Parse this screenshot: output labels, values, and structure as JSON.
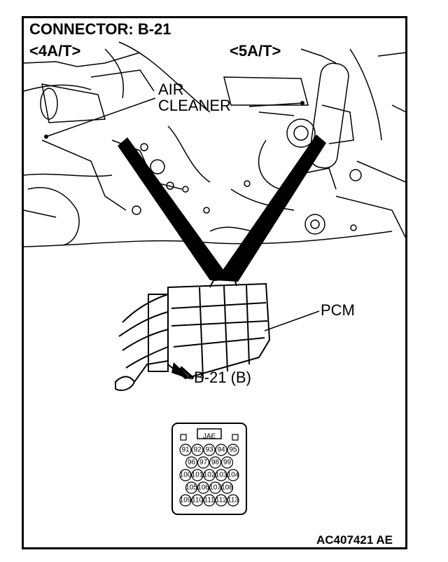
{
  "title": "CONNECTOR: B-21",
  "variant_left": "<4A/T>",
  "variant_right": "<5A/T>",
  "air_cleaner_line1": "AIR",
  "air_cleaner_line2": "CLEANER",
  "pcm_label": "PCM",
  "connector_label": "B-21 (B)",
  "connector_face": {
    "brand": "JAE",
    "rows": [
      [
        "91",
        "92",
        "93",
        "94",
        "95"
      ],
      [
        "96",
        "97",
        "98",
        "99"
      ],
      [
        "100",
        "101",
        "102",
        "103",
        "104"
      ],
      [
        "105",
        "106",
        "107",
        "108"
      ],
      [
        "109",
        "110",
        "111",
        "112",
        "113"
      ]
    ]
  },
  "figure_code": "AC407421 AE"
}
